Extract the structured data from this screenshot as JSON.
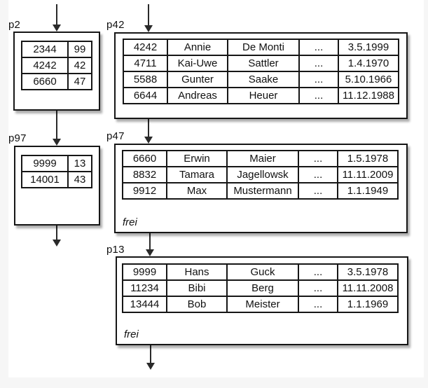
{
  "diagram": {
    "kind": "database-index-pages",
    "colors": {
      "border": "#161616",
      "page_background": "#ffffff",
      "margin_background": "#f6f6f6",
      "arrow": "#2a2a2a"
    },
    "free_text": "frei",
    "nodes": [
      {
        "key": "p2",
        "label": "p2",
        "kind": "directory-page",
        "rows": [
          [
            "2344",
            "99"
          ],
          [
            "4242",
            "42"
          ],
          [
            "6660",
            "47"
          ]
        ]
      },
      {
        "key": "p42",
        "label": "p42",
        "kind": "data-page",
        "rows": [
          [
            "4242",
            "Annie",
            "De Monti",
            "...",
            "3.5.1999"
          ],
          [
            "4711",
            "Kai-Uwe",
            "Sattler",
            "...",
            "1.4.1970"
          ],
          [
            "5588",
            "Gunter",
            "Saake",
            "...",
            "5.10.1966"
          ],
          [
            "6644",
            "Andreas",
            "Heuer",
            "...",
            "11.12.1988"
          ]
        ]
      },
      {
        "key": "p97",
        "label": "p97",
        "kind": "directory-page",
        "rows": [
          [
            "9999",
            "13"
          ],
          [
            "14001",
            "43"
          ]
        ]
      },
      {
        "key": "p47",
        "label": "p47",
        "kind": "data-page",
        "free_label": "frei",
        "rows": [
          [
            "6660",
            "Erwin",
            "Maier",
            "...",
            "1.5.1978"
          ],
          [
            "8832",
            "Tamara",
            "Jagellowsk",
            "...",
            "11.11.2009"
          ],
          [
            "9912",
            "Max",
            "Mustermann",
            "...",
            "1.1.1949"
          ]
        ]
      },
      {
        "key": "p13",
        "label": "p13",
        "kind": "data-page",
        "free_label": "frei",
        "rows": [
          [
            "9999",
            "Hans",
            "Guck",
            "...",
            "3.5.1978"
          ],
          [
            "11234",
            "Bibi",
            "Berg",
            "...",
            "11.11.2008"
          ],
          [
            "13444",
            "Bob",
            "Meister",
            "...",
            "1.1.1969"
          ]
        ]
      }
    ],
    "edges": [
      {
        "from": "above",
        "to": "p2"
      },
      {
        "from": "above",
        "to": "p42"
      },
      {
        "from": "p2",
        "to": "p97"
      },
      {
        "from": "p42",
        "to": "p47"
      },
      {
        "from": "p97",
        "to": "below"
      },
      {
        "from": "p47",
        "to": "p13"
      },
      {
        "from": "p13",
        "to": "below"
      }
    ]
  }
}
